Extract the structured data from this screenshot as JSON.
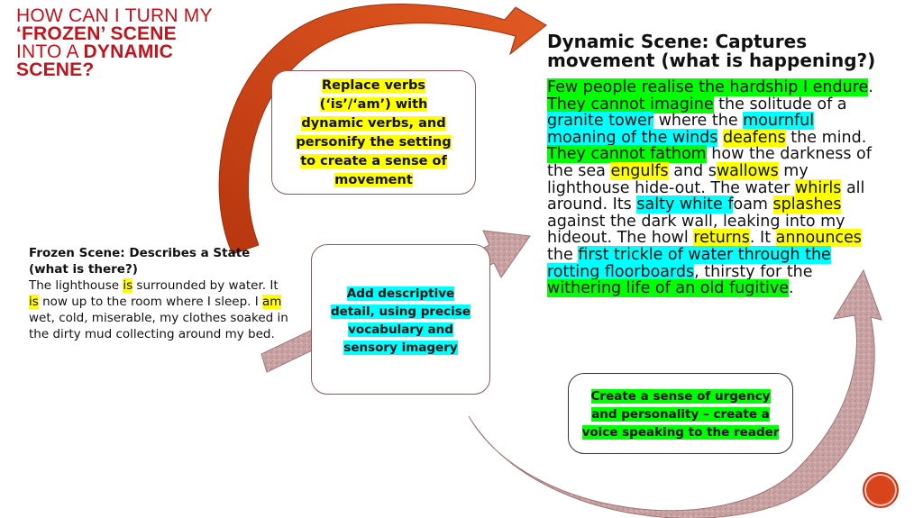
{
  "title": {
    "line1": "HOW CAN I TURN MY",
    "line2": "‘FROZEN’ SCENE",
    "line3_pre": "INTO A ",
    "line3_bold": "DYNAMIC",
    "line4": "SCENE?"
  },
  "frozen": {
    "heading": "Frozen Scene: Describes a State (what is there?)",
    "p1": "The lighthouse ",
    "w1": "is",
    "p2": " surrounded by water. It ",
    "w2": "is",
    "p3": " now up to the room where I sleep. I ",
    "w3": "am",
    "p4": " wet, cold, miserable, my clothes soaked in the dirty mud collecting around my bed."
  },
  "boxes": {
    "verbs": "Replace verbs (‘is’/‘am’) with dynamic verbs, and personify the setting to create a sense of movement",
    "detail": "Add descriptive detail, using precise vocabulary and sensory imagery",
    "urgency": "Create a sense of urgency and personality – create a voice speaking to the reader"
  },
  "dynamic": {
    "heading": "Dynamic Scene: Captures movement (what is happening?)",
    "s1": "Few people realise the hardship I endure",
    "s2": ". ",
    "s3": "They cannot imagine",
    "s4": " the solitude of a ",
    "s5": "granite tower",
    "s6": " where the ",
    "s7": "mournful moaning of the winds",
    "s8": " ",
    "s9": "deafens",
    "s10": " the mind. ",
    "s11": "They cannot fathom",
    "s12": " how the darkness of the sea ",
    "s13": "engulfs",
    "s14": " and s",
    "s15": "wallows",
    "s16": " my lighthouse hide-out. The water ",
    "s17": "whirls",
    "s18": " all around. Its ",
    "s19": "salty white f",
    "s20": "oam ",
    "s21": "splashes",
    "s22": " against the dark wall, leaking into my hideout. The howl ",
    "s23": "returns",
    "s24": ". It ",
    "s25": "announces",
    "s26": " the ",
    "s27": "first trickle of water through the rotting floorboards",
    "s28": ", thirsty for the ",
    "s29": "withering life of an old fugitive",
    "s30": "."
  },
  "colors": {
    "title_red": "#c0141d",
    "arrow_orange": "#d2461a",
    "arrow_pink": "#c9a3a3",
    "highlight_yellow": "#ffff00",
    "highlight_cyan": "#00ffff",
    "highlight_green": "#00ff00"
  }
}
